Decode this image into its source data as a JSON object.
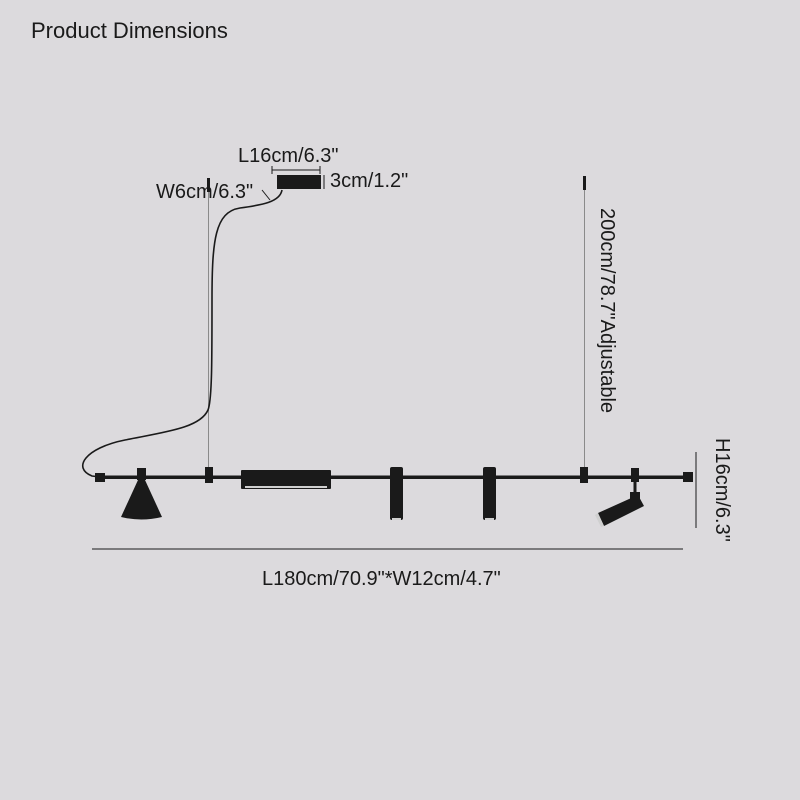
{
  "title": "Product Dimensions",
  "dimensions": {
    "canopy_length": "L16cm/6.3\"",
    "canopy_width": "W6cm/6.3\"",
    "canopy_height": "3cm/1.2\"",
    "cable_length": "200cm/78.7\"Adjustable",
    "fixture_height": "H16cm/6.3\"",
    "overall_size": "L180cm/70.9\"*W12cm/4.7\""
  },
  "colors": {
    "background": "#dcdadd",
    "fixture": "#1a1a1a",
    "text": "#1a1a1a"
  }
}
